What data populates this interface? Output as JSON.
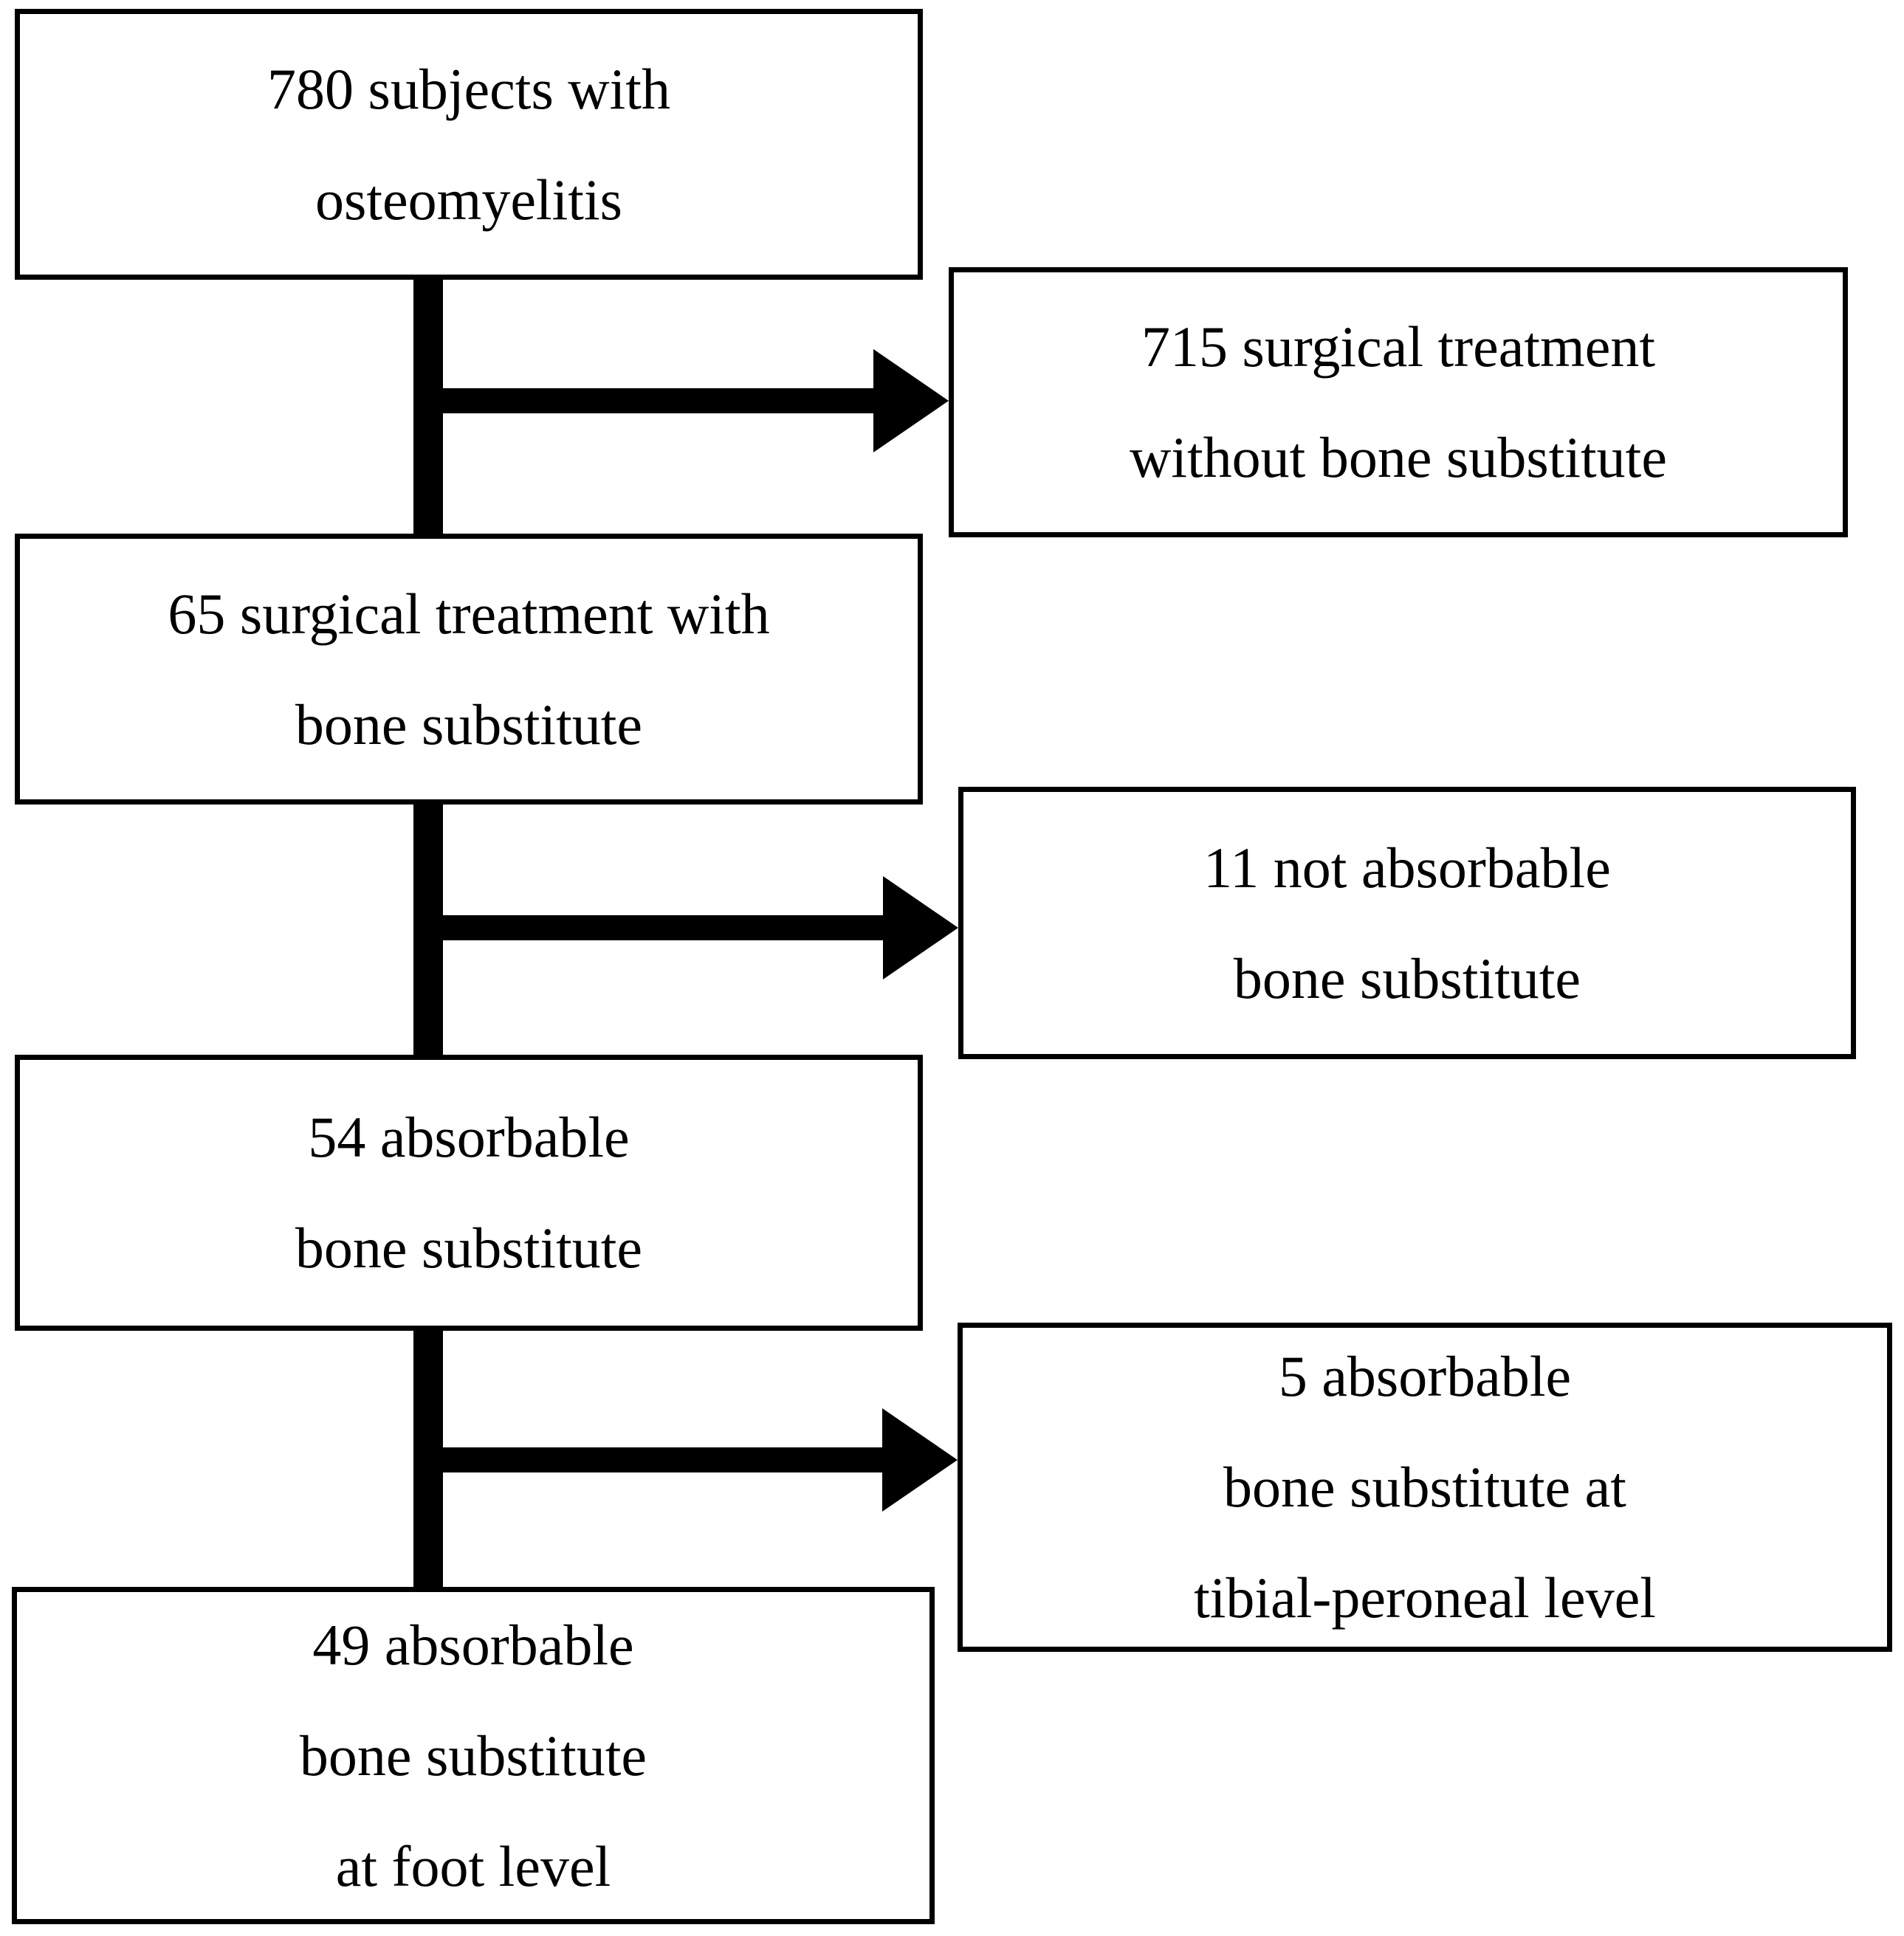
{
  "palette": {
    "ink": "#000000",
    "paper": "#ffffff"
  },
  "flow": {
    "boxes": [
      {
        "key": "subjects",
        "lines": [
          "780 subjects with",
          "osteomyelitis"
        ]
      },
      {
        "key": "without-substitute",
        "lines": [
          "715 surgical treatment",
          "without bone substitute"
        ]
      },
      {
        "key": "with-substitute",
        "lines": [
          "65 surgical treatment with",
          "bone substitute"
        ]
      },
      {
        "key": "not-absorbable",
        "lines": [
          "11 not absorbable",
          "bone substitute"
        ]
      },
      {
        "key": "absorbable",
        "lines": [
          "54 absorbable",
          "bone substitute"
        ]
      },
      {
        "key": "tibial-peroneal",
        "lines": [
          "5 absorbable",
          "bone substitute at",
          "tibial-peroneal level"
        ]
      },
      {
        "key": "foot-level",
        "lines": [
          "49 absorbable",
          "bone substitute",
          "at foot level"
        ]
      }
    ]
  }
}
